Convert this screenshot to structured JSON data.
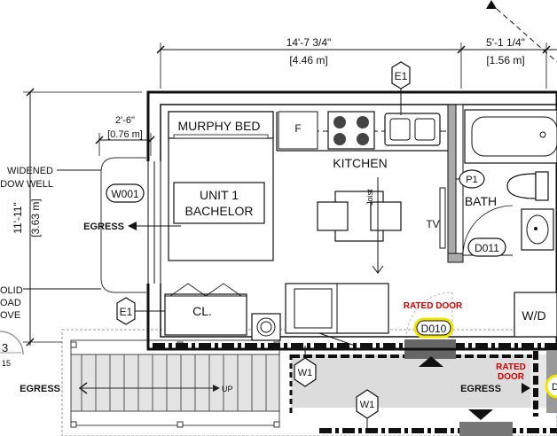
{
  "dimensions": {
    "unit_width_ft": "14'-7 3/4\"",
    "unit_width_m": "[4.46 m]",
    "bath_width_ft": "5'-1 1/4\"",
    "bath_width_m": "[1.56 m]",
    "window_width_ft": "2'-6\"",
    "window_width_m": "[0.76 m]",
    "unit_depth_ft": "11'-11\"",
    "unit_depth_m": "[3.63 m]"
  },
  "rooms": {
    "murphy_bed": "MURPHY BED",
    "unit_line1": "UNIT 1",
    "unit_line2": "BACHELOR",
    "kitchen": "KITCHEN",
    "bath": "BATH",
    "closet": "CL.",
    "washer_dryer": "W/D",
    "fridge": "F",
    "tv": "TV",
    "joist": "Joist"
  },
  "tags": {
    "e1_top": "E1",
    "e1_left": "E1",
    "p1": "P1",
    "d011": "D011",
    "d010": "D010",
    "w001": "W001",
    "w1_a": "W1",
    "w1_b": "W1",
    "partial_right": "D"
  },
  "notes": {
    "widened_line1": "WIDENED",
    "widened_line2": "DOW WELL",
    "solid_line1": "OLID",
    "solid_line2": "OAD",
    "solid_line3": "OVE",
    "egress_left": "EGRESS",
    "egress_stair": "EGRESS",
    "egress_right": "EGRESS",
    "up": "UP",
    "rated_door_1": "RATED DOOR",
    "rated_door_2a": "RATED",
    "rated_door_2b": "DOOR",
    "sheet_number": "3",
    "sheet_ref": "15"
  },
  "colors": {
    "line": "#111111",
    "rated": "#d40000",
    "highlight": "#f2e600",
    "corridor": "#dcdcdc",
    "hatch": "#888888"
  }
}
